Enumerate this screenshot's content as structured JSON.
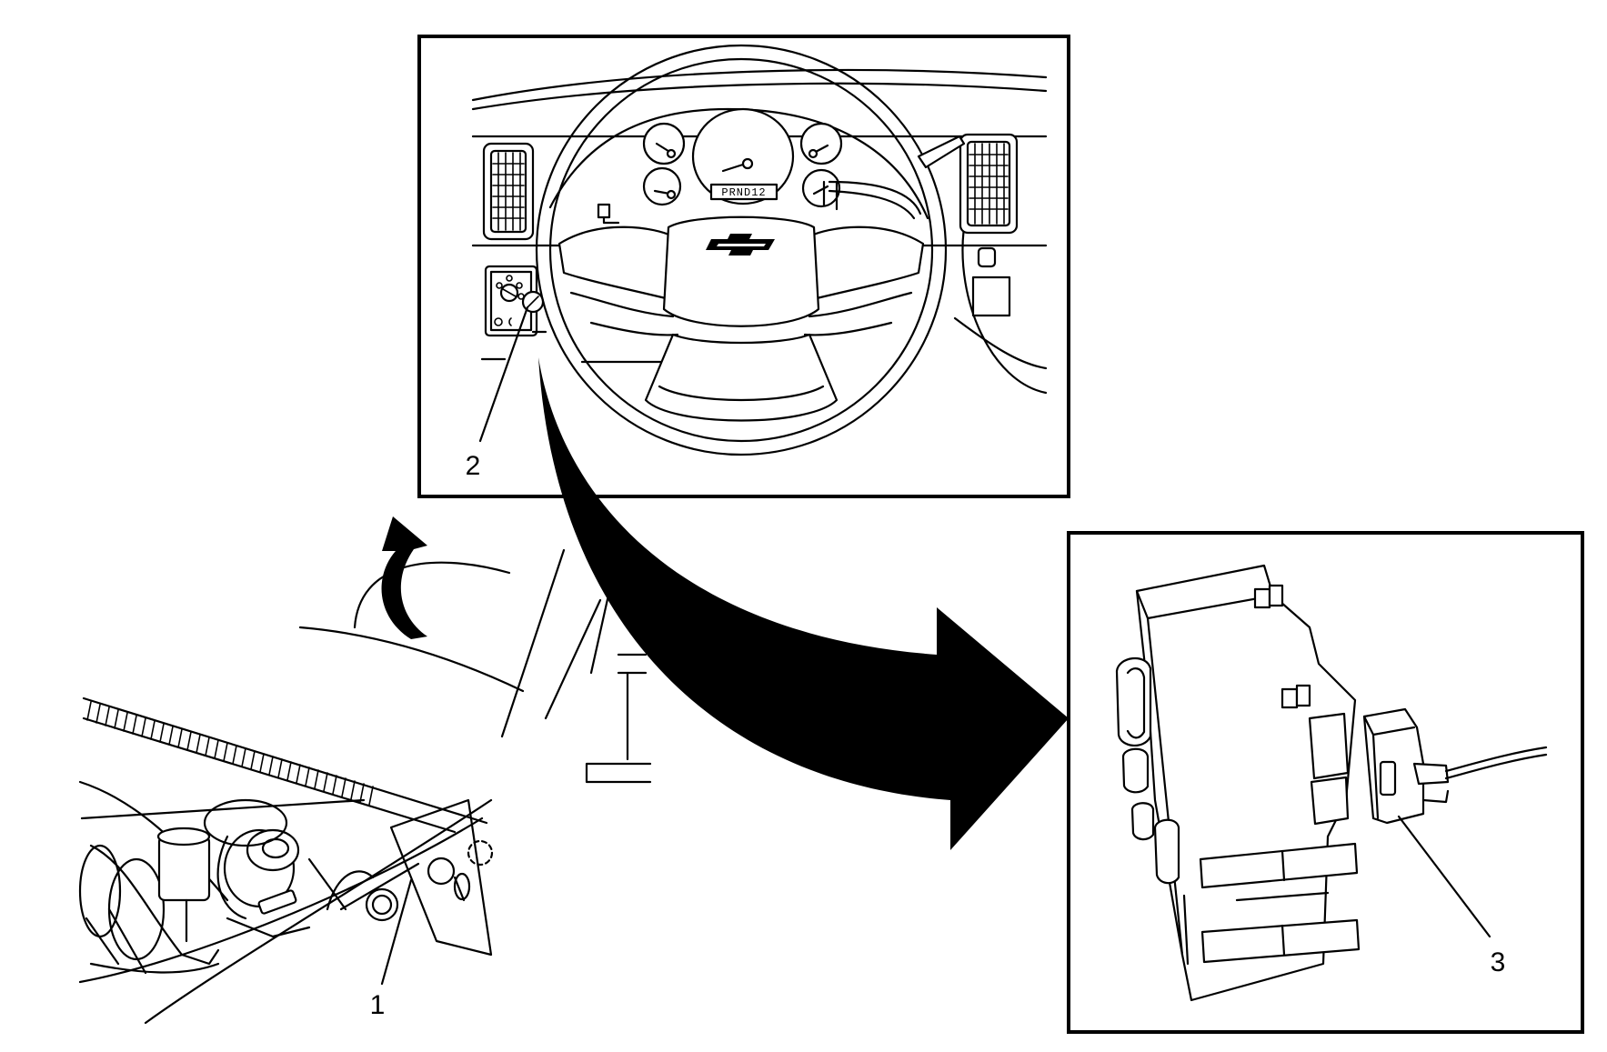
{
  "callouts": {
    "one": "1",
    "two": "2",
    "three": "3"
  },
  "gear_indicator": "PRND12"
}
